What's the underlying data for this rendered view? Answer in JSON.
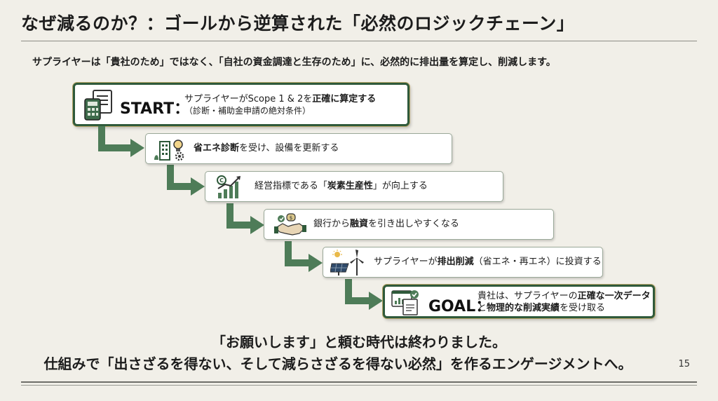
{
  "title": "なぜ減るのか？：ゴールから逆算された「必然のロジックチェーン」",
  "subtitle": "サプライヤーは「貴社のため」ではなく、「自社の資金調達と生存のため」に、必然的に排出量を算定し、削減します。",
  "start": {
    "label": "START：",
    "line1_pre": "サプライヤーがScope 1 & 2を",
    "line1_bold": "正確に算定する",
    "line2": "（診断・補助金申請の絶対条件）",
    "icon": "calculator-document-icon"
  },
  "steps": [
    {
      "bold": "省エネ診断",
      "post": "を受け、設備を更新する",
      "pre": "",
      "icon": "building-bulb-icon"
    },
    {
      "pre": "経営指標である「",
      "bold": "炭素生産性",
      "post": "」が向上する",
      "icon": "growth-chart-icon"
    },
    {
      "pre": "銀行から",
      "bold": "融資",
      "post": "を引き出しやすくなる",
      "icon": "handshake-money-icon"
    },
    {
      "pre": "サプライヤーが",
      "bold": "排出削減",
      "post": "（省エネ・再エネ）に投資する",
      "icon": "solar-wind-icon"
    }
  ],
  "goal": {
    "label": "GOAL：",
    "line1_pre": "貴社は、サプライヤーの",
    "line1_bold": "正確な一次データ",
    "line2_pre": "と",
    "line2_bold": "物理的な削減実績",
    "line2_post": "を受け取る",
    "icon": "report-check-icon"
  },
  "closing": {
    "line1": "「お願いします」と頼む時代は終わりました。",
    "line2": "仕組みで「出さざるを得ない、そして減らさざるを得ない必然」を作るエンゲージメントへ。"
  },
  "page_number": "15",
  "colors": {
    "accent_green": "#2f5a3b",
    "arrow_green": "#4e7c58",
    "gold": "#b9a86a"
  }
}
